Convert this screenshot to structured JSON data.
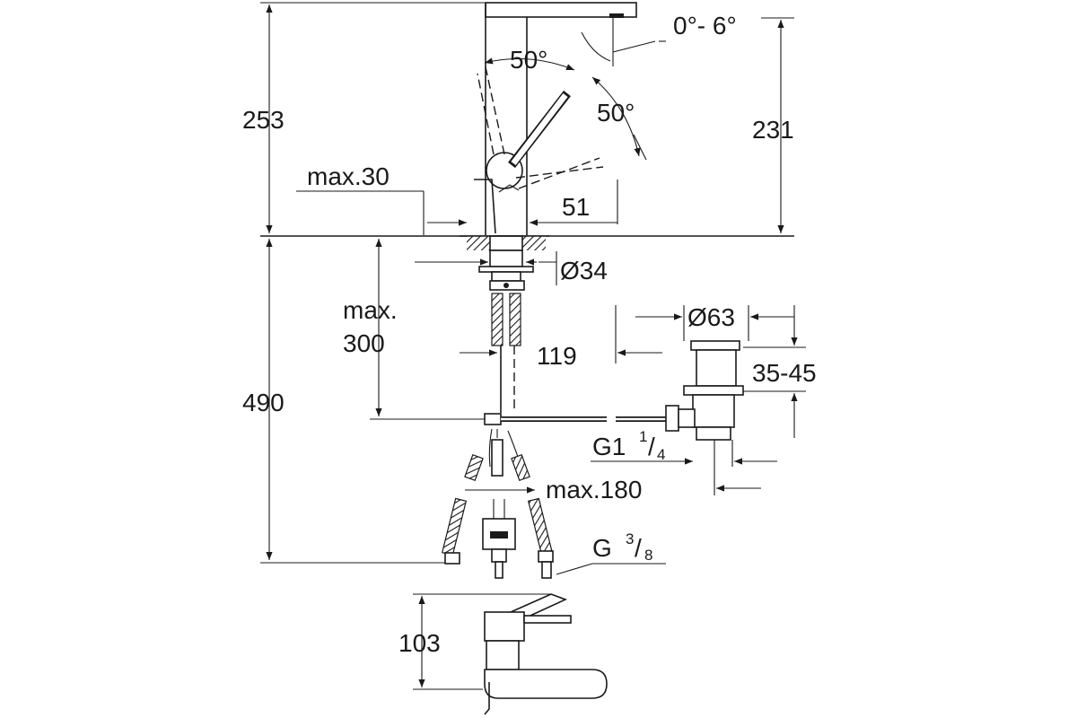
{
  "colors": {
    "line": "#1a1a1a",
    "background": "#ffffff"
  },
  "dimensions": {
    "angle_tilt": "0°- 6°",
    "angle_left": "50°",
    "angle_right": "50°",
    "height_total": "253",
    "height_spout": "231",
    "max_30": "max.30",
    "reach_51": "51",
    "diameter_34": "Ø34",
    "max_300_line1": "max.",
    "max_300_line2": "300",
    "dist_119": "119",
    "diameter_63": "Ø63",
    "range_35_45": "35-45",
    "height_490": "490",
    "g1_main": "G1",
    "g1_num": "1",
    "g1_den": "4",
    "max_180": "max.180",
    "g38_main": "G",
    "g38_num": "3",
    "g38_den": "8",
    "height_103": "103"
  }
}
